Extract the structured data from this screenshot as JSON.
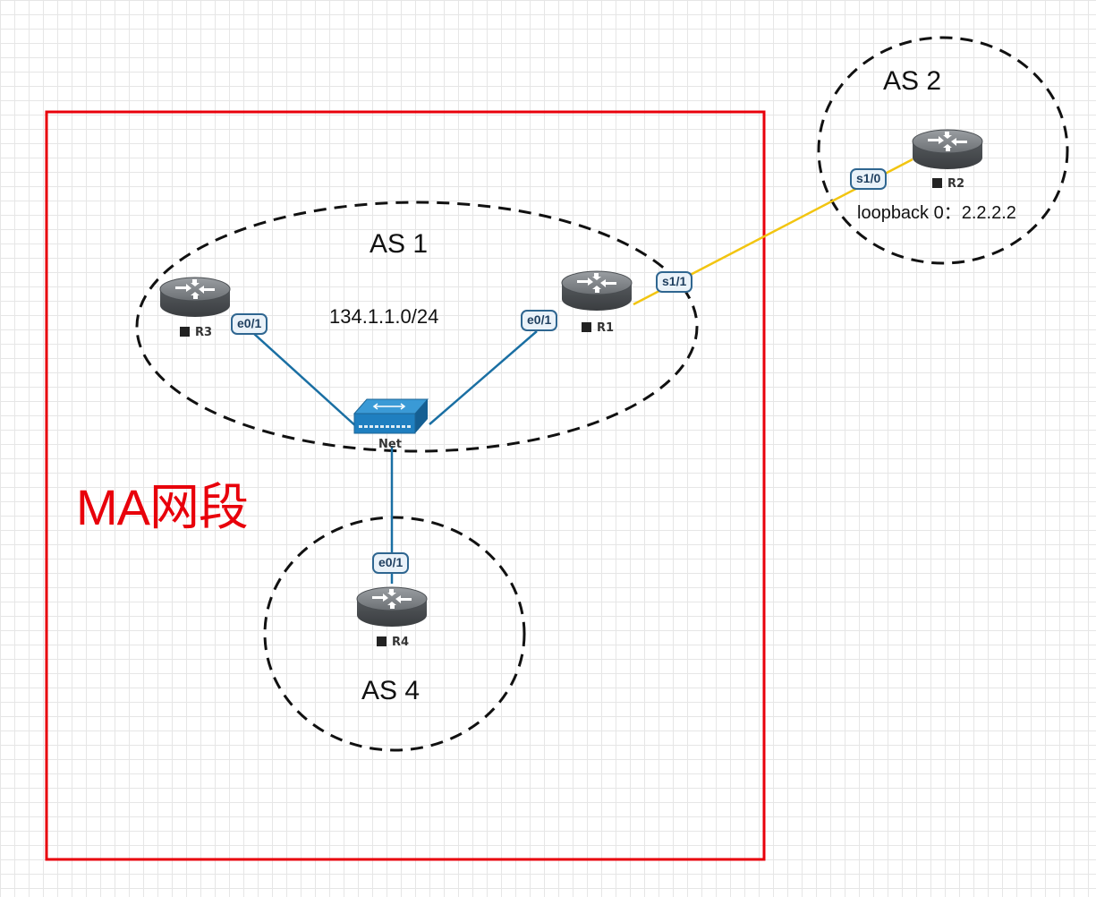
{
  "colors": {
    "ma_box": "#e8000b",
    "ethernet_link": "#1a6fa3",
    "serial_link": "#f2c511",
    "router_body": "#5a5e62",
    "switch_body": "#1f7fc0"
  },
  "ma_segment": {
    "label": "MA网段"
  },
  "as_groups": [
    {
      "id": "as1",
      "label": "AS 1",
      "subnet": "134.1.1.0/24"
    },
    {
      "id": "as2",
      "label": "AS 2",
      "loopback": "loopback 0：2.2.2.2"
    },
    {
      "id": "as4",
      "label": "AS 4"
    }
  ],
  "devices": [
    {
      "id": "r1",
      "name": "R1",
      "type": "router-icon"
    },
    {
      "id": "r2",
      "name": "R2",
      "type": "router-icon"
    },
    {
      "id": "r3",
      "name": "R3",
      "type": "router-icon"
    },
    {
      "id": "r4",
      "name": "R4",
      "type": "router-icon"
    },
    {
      "id": "net",
      "name": "Net",
      "type": "switch-icon"
    }
  ],
  "interfaces": {
    "r3": "e0/1",
    "r1_eth": "e0/1",
    "r1_serial": "s1/1",
    "r2_serial": "s1/0",
    "r4": "e0/1"
  },
  "links": [
    {
      "from": "R3",
      "to": "Net",
      "kind": "ethernet"
    },
    {
      "from": "R1",
      "to": "Net",
      "kind": "ethernet"
    },
    {
      "from": "R4",
      "to": "Net",
      "kind": "ethernet"
    },
    {
      "from": "R1",
      "to": "R2",
      "kind": "serial"
    }
  ]
}
